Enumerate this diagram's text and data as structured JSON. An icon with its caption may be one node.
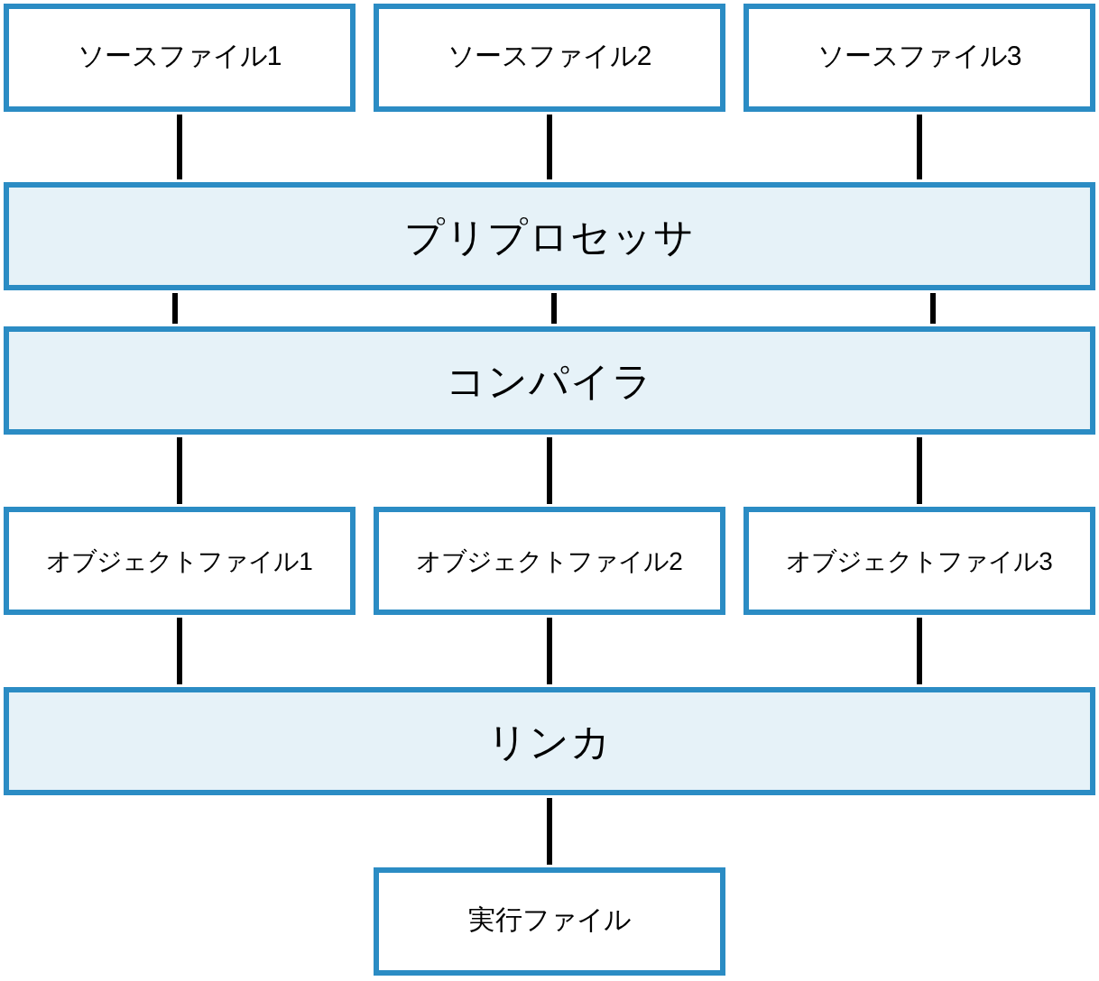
{
  "diagram": {
    "nodes": [
      {
        "text": [
          "ソースファイル1"
        ]
      },
      {
        "text": [
          "ソースファイル2"
        ]
      },
      {
        "text": [
          "ソースファイル3"
        ]
      },
      {
        "text": [
          "プリプロセッサ"
        ]
      },
      {
        "text": [
          "コンパイラ"
        ]
      },
      {
        "text": [
          "オブジェクトファイル1"
        ]
      },
      {
        "text": [
          "オブジェクトファイル2"
        ]
      },
      {
        "text": [
          "オブジェクトファイル3"
        ]
      },
      {
        "text": [
          "リンカ"
        ]
      },
      {
        "text": [
          "実行ファイル"
        ]
      }
    ],
    "edges": [
      {
        "from": 0,
        "to": 3,
        "arrow": "none"
      },
      {
        "from": 1,
        "to": 3,
        "arrow": "none"
      },
      {
        "from": 2,
        "to": 3,
        "arrow": "none"
      },
      {
        "from": 3,
        "to": 4,
        "arrow": "none"
      },
      {
        "from": 3,
        "to": 4,
        "arrow": "none"
      },
      {
        "from": 3,
        "to": 4,
        "arrow": "none"
      },
      {
        "from": 4,
        "to": 5,
        "arrow": "none"
      },
      {
        "from": 4,
        "to": 6,
        "arrow": "none"
      },
      {
        "from": 4,
        "to": 7,
        "arrow": "none"
      },
      {
        "from": 5,
        "to": 8,
        "arrow": "none"
      },
      {
        "from": 6,
        "to": 8,
        "arrow": "none"
      },
      {
        "from": 7,
        "to": 8,
        "arrow": "none"
      },
      {
        "from": 8,
        "to": 9,
        "arrow": "none"
      }
    ]
  }
}
